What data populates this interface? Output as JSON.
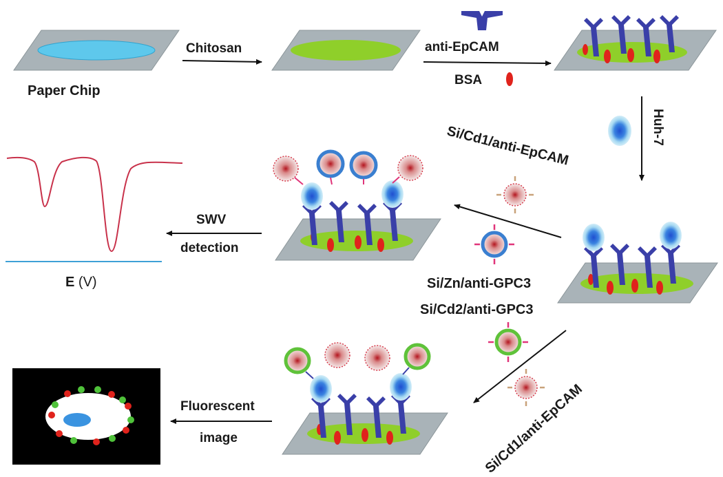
{
  "labels": {
    "paper_chip": "Paper Chip",
    "chitosan": "Chitosan",
    "anti_epcam": "anti-EpCAM",
    "bsa": "BSA",
    "huh7": "Huh-7",
    "si_cd1_anti_epcam_top": "Si/Cd1/anti-EpCAM",
    "swv": "SWV",
    "detection": "detection",
    "e_axis": "E",
    "e_unit": "(V)",
    "si_zn_anti_gpc3": "Si/Zn/anti-GPC3",
    "si_cd2_anti_gpc3": "Si/Cd2/anti-GPC3",
    "si_cd1_anti_epcam_bottom": "Si/Cd1/anti-EpCAM",
    "fluorescent": "Fluorescent",
    "image": "image"
  },
  "colors": {
    "chip_plate": "#a9b3b8",
    "paper_disc": "#5ec8ec",
    "chitosan_disc": "#8fcf2a",
    "antibody": "#3a3fa8",
    "bsa": "#e0231c",
    "cell_outer": "#a7dcf2",
    "cell_nucleus": "#2f6fd6",
    "qd_zn_shell": "#3a7fd0",
    "qd_cd2_shell": "#5fc23a",
    "qd_cd1_ring": "#d63a4a",
    "swv_curve": "#c8314a",
    "baseline": "#3ea0d6",
    "linker_pink": "#e0357a",
    "linker_tan": "#c8a27a"
  },
  "icons": {
    "paper_chip": "paper-chip-icon",
    "chitosan_chip": "chitosan-chip-icon",
    "antibody": "antibody-icon",
    "bsa": "bsa-icon",
    "cell": "huh7-cell-icon",
    "nanoparticle": "nanoparticle-probe-icon",
    "swv_curve": "swv-curve-icon",
    "fluorescent_image": "fluorescent-image-icon"
  }
}
